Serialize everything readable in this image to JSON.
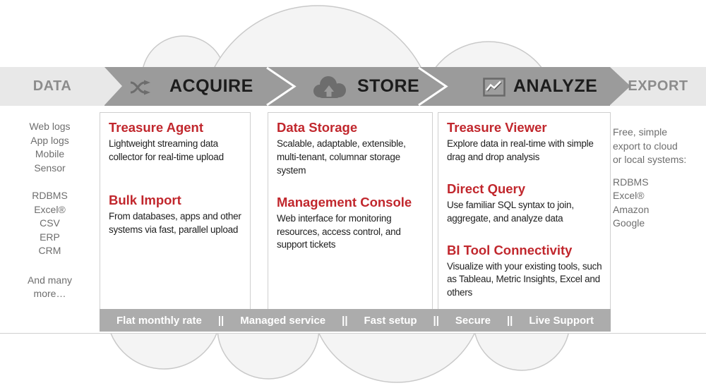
{
  "colors": {
    "accent_red": "#c1272d",
    "band_dark": "#9b9b9b",
    "band_light": "#e8e8e8",
    "footer_bar": "#acacac",
    "stage_title": "#1c1c1c",
    "muted_label": "#8c8c8c",
    "side_text": "#6e6e6e",
    "cloud_fill": "#f4f4f4",
    "cloud_stroke": "#c9c9c9"
  },
  "stages": {
    "data": {
      "label": "DATA"
    },
    "acquire": {
      "label": "ACQUIRE",
      "icon": "shuffle-icon"
    },
    "store": {
      "label": "STORE",
      "icon": "cloud-upload-icon"
    },
    "analyze": {
      "label": "ANALYZE",
      "icon": "line-chart-icon"
    },
    "export": {
      "label": "EXPORT"
    }
  },
  "data_sources": {
    "group1": [
      "Web logs",
      "App logs",
      "Mobile",
      "Sensor"
    ],
    "group2": [
      "RDBMS",
      "Excel®",
      "CSV",
      "ERP",
      "CRM"
    ],
    "more": "And many more…"
  },
  "acquire": {
    "features": [
      {
        "title": "Treasure Agent",
        "description": "Lightweight streaming data collector for real-time upload"
      },
      {
        "title": "Bulk Import",
        "description": "From databases, apps and other systems via fast, parallel upload"
      }
    ]
  },
  "store": {
    "features": [
      {
        "title": "Data Storage",
        "description": "Scalable, adaptable, extensible, multi-tenant, columnar storage system"
      },
      {
        "title": "Management Console",
        "description": "Web interface for monitoring resources, access control, and support tickets"
      }
    ]
  },
  "analyze": {
    "features": [
      {
        "title": "Treasure Viewer",
        "description": "Explore data in real-time with simple drag and drop analysis"
      },
      {
        "title": "Direct Query",
        "description": "Use familiar SQL syntax to join, aggregate, and analyze data"
      },
      {
        "title": "BI Tool Connectivity",
        "description": "Visualize with your existing tools, such as Tableau, Metric Insights, Excel and others"
      }
    ]
  },
  "export": {
    "intro": "Free, simple export to cloud or local systems:",
    "destinations": [
      "RDBMS",
      "Excel®",
      "Amazon",
      "Google"
    ]
  },
  "footer": {
    "separator": "||",
    "items": [
      "Flat monthly rate",
      "Managed service",
      "Fast setup",
      "Secure",
      "Live Support"
    ]
  }
}
